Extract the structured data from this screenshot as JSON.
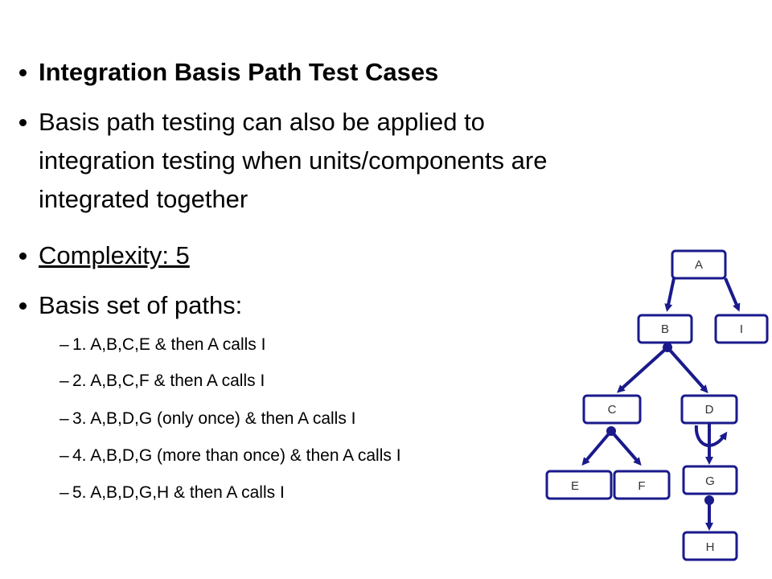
{
  "bullets": [
    {
      "text": "Integration Basis Path Test Cases"
    },
    {
      "text": "Basis path testing can also be applied to",
      "line2": "integration testing when units/components are",
      "line3": "integrated together"
    },
    {
      "text": "Complexity: 5"
    },
    {
      "text": "Basis set of paths:"
    }
  ],
  "paths": [
    {
      "dash": "–",
      "text": "1. A,B,C,E & then A calls I"
    },
    {
      "dash": "–",
      "text": "2. A,B,C,F & then A calls I"
    },
    {
      "dash": "–",
      "text": "3. A,B,D,G (only once) & then A calls I"
    },
    {
      "dash": "–",
      "text": "4. A,B,D,G (more than once) & then A calls I"
    },
    {
      "dash": "–",
      "text": "5. A,B,D,G,H & then A calls I"
    }
  ],
  "graph": {
    "nodes": [
      "A",
      "B",
      "I",
      "C",
      "D",
      "E",
      "F",
      "G",
      "H"
    ]
  },
  "colors": {
    "edge": "#1a1a8c",
    "node_text": "#333333"
  }
}
